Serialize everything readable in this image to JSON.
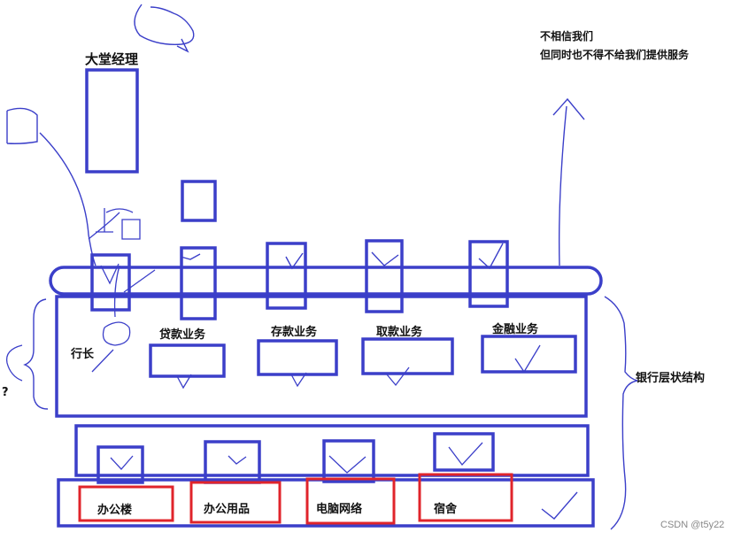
{
  "labels": {
    "lobby_manager": "大堂经理",
    "president": "行长",
    "loan": "贷款业务",
    "deposit": "存款业务",
    "withdraw": "取款业务",
    "finance": "金融业务",
    "office_building": "办公楼",
    "office_supplies": "办公用品",
    "computer_network": "电脑网络",
    "dormitory": "宿舍",
    "bank_structure": "银行层状结构",
    "note_line1": "不相信我们",
    "note_line2": "但同时也不得不给我们提供服务",
    "question_mark": "?",
    "credit": "CSDN @t5y22"
  },
  "colors": {
    "blue_stroke": "#3b3fc9",
    "red_stroke": "#e0242b",
    "text": "#111111"
  }
}
